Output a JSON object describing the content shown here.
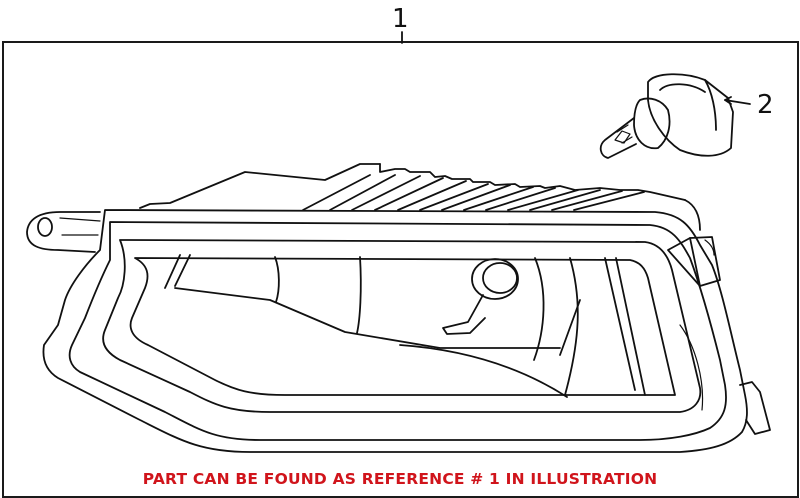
{
  "diagram": {
    "type": "exploded parts illustration",
    "subject": "fog lamp assembly",
    "callouts": [
      {
        "id": "1",
        "label": "1",
        "part": "fog lamp housing assembly"
      },
      {
        "id": "2",
        "label": "2",
        "part": "bulb"
      }
    ],
    "caption": "PART CAN BE FOUND AS REFERENCE # 1 IN ILLUSTRATION",
    "colors": {
      "caption": "#d0141b",
      "line": "#111111",
      "background": "#ffffff"
    }
  }
}
